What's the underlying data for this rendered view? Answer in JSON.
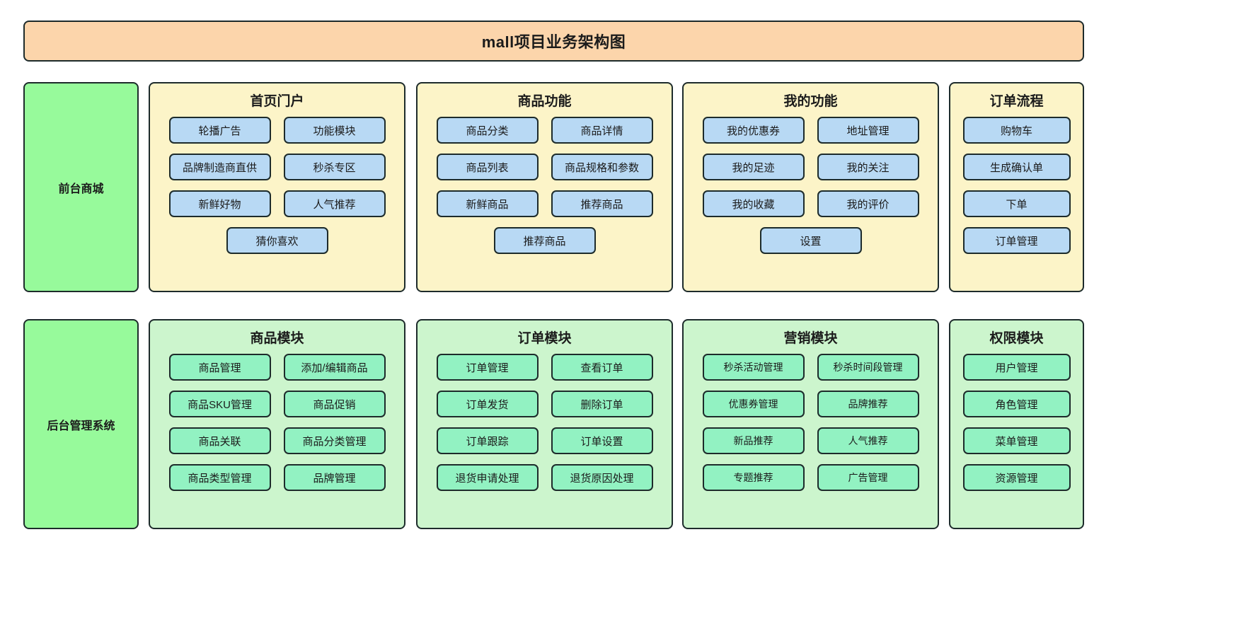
{
  "title": "mall项目业务架构图",
  "tiers": [
    {
      "label": "前台商城"
    },
    {
      "label": "后台管理系统"
    }
  ],
  "panels": [
    {
      "id": "panel-home",
      "title": "首页门户",
      "nodes": [
        "轮播广告",
        "功能模块",
        "品牌制造商直供",
        "秒杀专区",
        "新鲜好物",
        "人气推荐",
        "猜你喜欢"
      ]
    },
    {
      "id": "panel-product",
      "title": "商品功能",
      "nodes": [
        "商品分类",
        "商品详情",
        "商品列表",
        "商品规格和参数",
        "新鲜商品",
        "推荐商品",
        "推荐商品"
      ]
    },
    {
      "id": "panel-mine",
      "title": "我的功能",
      "nodes": [
        "我的优惠券",
        "地址管理",
        "我的足迹",
        "我的关注",
        "我的收藏",
        "我的评价",
        "设置"
      ]
    },
    {
      "id": "panel-order",
      "title": "订单流程",
      "nodes": [
        "购物车",
        "生成确认单",
        "下单",
        "订单管理"
      ]
    },
    {
      "id": "panel-goods-mod",
      "title": "商品模块",
      "nodes": [
        "商品管理",
        "添加/编辑商品",
        "商品SKU管理",
        "商品促销",
        "商品关联",
        "商品分类管理",
        "商品类型管理",
        "品牌管理"
      ]
    },
    {
      "id": "panel-order-mod",
      "title": "订单模块",
      "nodes": [
        "订单管理",
        "查看订单",
        "订单发货",
        "删除订单",
        "订单跟踪",
        "订单设置",
        "退货申请处理",
        "退货原因处理"
      ]
    },
    {
      "id": "panel-mkt-mod",
      "title": "营销模块",
      "nodes": [
        "秒杀活动管理",
        "秒杀时间段管理",
        "优惠券管理",
        "品牌推荐",
        "新品推荐",
        "人气推荐",
        "专题推荐",
        "广告管理"
      ]
    },
    {
      "id": "panel-auth-mod",
      "title": "权限模块",
      "nodes": [
        "用户管理",
        "角色管理",
        "菜单管理",
        "资源管理"
      ]
    }
  ],
  "colors": {
    "title_bg": "#fcd5ab",
    "tier_bg": "#97fa9b",
    "front_panel_bg": "#fcf4c8",
    "front_node_bg": "#b8d9f4",
    "back_panel_bg": "#ccf5cd",
    "back_node_bg": "#92f2c2",
    "stroke": "#1d2b2b"
  }
}
